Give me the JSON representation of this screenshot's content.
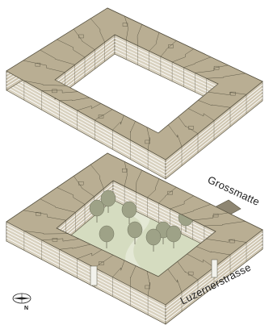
{
  "labels": {
    "street_1": "Grossmatte",
    "street_2": "Luzernerstrasse",
    "north": "N"
  },
  "colors": {
    "block_top": "#b9ae93",
    "block_front": "#d9d2c0",
    "block_side": "#cfc6b1",
    "floor_line": "#ffffff",
    "courtyard": "#d5dcc0",
    "courtyard_light": "#e4e8d5",
    "tree": "#9ea287",
    "outline": "#55503f",
    "accent_roof": "#8e8672"
  }
}
